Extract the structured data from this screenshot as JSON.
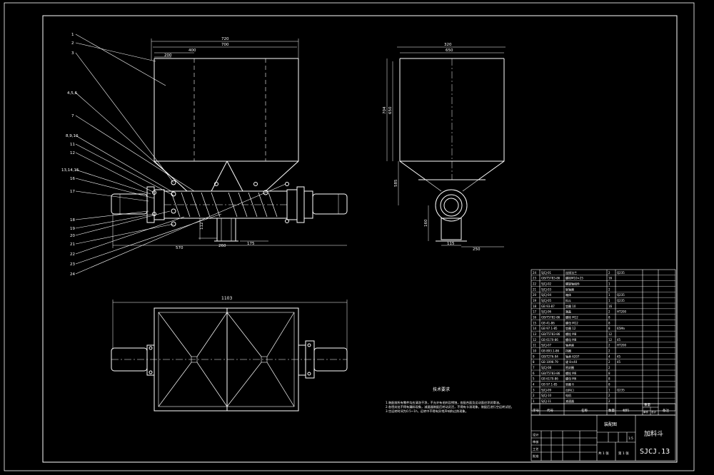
{
  "drawing": {
    "dimensions": {
      "front_total": "720",
      "front_inner": "700",
      "front_400": "400",
      "front_200": "200",
      "side_total": "320",
      "side_inner": "650",
      "side_h1": "704",
      "side_h2": "650",
      "side_h3": "585",
      "side_h4": "160",
      "side_w1": "115",
      "side_w2": "250",
      "bottom_1": "570",
      "bottom_2": "260",
      "bottom_3": "175",
      "bottom_4": "112",
      "plan_total": "1103"
    },
    "leader_labels": [
      "1",
      "2",
      "3",
      "4,5,6",
      "7",
      "8,9,10",
      "11",
      "12",
      "13,14,15",
      "16",
      "17",
      "18",
      "19",
      "20",
      "21",
      "22",
      "23",
      "24"
    ],
    "tech_requirements": {
      "title": "技术要求",
      "lines": [
        "1.装配前所有零件均应清洗干净，不允许有毛刺及锈蚀，各配合面及运动面应涂润滑油。",
        "2.各密封处不得有漏料现象，减速器装配后转动灵活，不得有卡滞现象，装配后进行空运转试验，",
        "3.空运转时间为0.5~1h，运转中不得有异常声响和过热现象。"
      ]
    },
    "parts_header": [
      "序号",
      "代号",
      "名称",
      "数量",
      "材料",
      "单件",
      "总计",
      "备注"
    ],
    "parts_header_weight": "重量",
    "parts_rows": [
      [
        "24",
        "SJCJ-01",
        "连接法兰",
        "2",
        "Q235"
      ],
      [
        "23",
        "GB/T5783-86",
        "螺栓M10×25",
        "16",
        ""
      ],
      [
        "22",
        "SJCJ-02",
        "螺旋轴组件",
        "1",
        ""
      ],
      [
        "21",
        "SJCJ-03",
        "联轴器",
        "2",
        ""
      ],
      [
        "20",
        "SJCJ-04",
        "箱体",
        "1",
        "Q235"
      ],
      [
        "19",
        "SJCJ-05",
        "料斗",
        "1",
        "Q235"
      ],
      [
        "18",
        "GB 93-87",
        "垫圈 10",
        "16",
        ""
      ],
      [
        "17",
        "SJCJ-06",
        "端盖",
        "2",
        "HT200"
      ],
      [
        "16",
        "GB/T5782-86",
        "螺栓 M12",
        "8",
        ""
      ],
      [
        "15",
        "GB 41-86",
        "螺母 M12",
        "8",
        ""
      ],
      [
        "14",
        "GB 97.1-85",
        "垫圈 12",
        "8",
        "65Mn"
      ],
      [
        "13",
        "GB/T5783-86",
        "螺栓 M8",
        "12",
        ""
      ],
      [
        "12",
        "GB 6170-86",
        "螺母 M8",
        "12",
        "45"
      ],
      [
        "11",
        "SJCJ-07",
        "轴承座",
        "2",
        "HT200"
      ],
      [
        "10",
        "GB 893.1-86",
        "挡圈",
        "2",
        ""
      ],
      [
        "9",
        "GB/T276-94",
        "轴承 6207",
        "4",
        "45"
      ],
      [
        "8",
        "GB 1096-79",
        "键 8×40",
        "2",
        "45"
      ],
      [
        "7",
        "SJCJ-08",
        "密封圈",
        "2",
        ""
      ],
      [
        "6",
        "GB/T5783-86",
        "螺栓 M6",
        "8",
        ""
      ],
      [
        "5",
        "GB 6170-86",
        "螺母 M6",
        "8",
        ""
      ],
      [
        "4",
        "GB 97.1-85",
        "垫圈 6",
        "8",
        ""
      ],
      [
        "3",
        "SJCJ-09",
        "出料口",
        "1",
        "Q235"
      ],
      [
        "2",
        "SJCJ-10",
        "电机",
        "2",
        ""
      ],
      [
        "1",
        "SJCJ-11",
        "减速器",
        "2",
        ""
      ]
    ],
    "title_block": {
      "drawing_name": "加料斗",
      "drawing_no": "SJCJ.13",
      "assembly_label": "装配图",
      "scale": "1:5",
      "sheet_total": "共 1 张",
      "sheet_no": "第 1 张",
      "roles": [
        "设计",
        "审核",
        "工艺",
        "批准"
      ]
    }
  }
}
